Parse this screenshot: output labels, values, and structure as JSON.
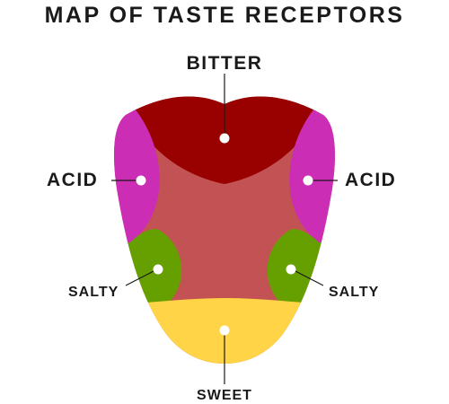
{
  "title": "MAP OF TASTE RECEPTORS",
  "labels": {
    "bitter": "BITTER",
    "acid_left": "ACID",
    "acid_right": "ACID",
    "salty_left": "SALTY",
    "salty_right": "SALTY",
    "sweet": "SWEET"
  },
  "colors": {
    "bitter": "#990000",
    "acid": "#cc2db5",
    "salty": "#66a000",
    "sweet": "#ffd446",
    "center": "#c25253",
    "text": "#1a1a1a",
    "marker": "#ffffff"
  }
}
